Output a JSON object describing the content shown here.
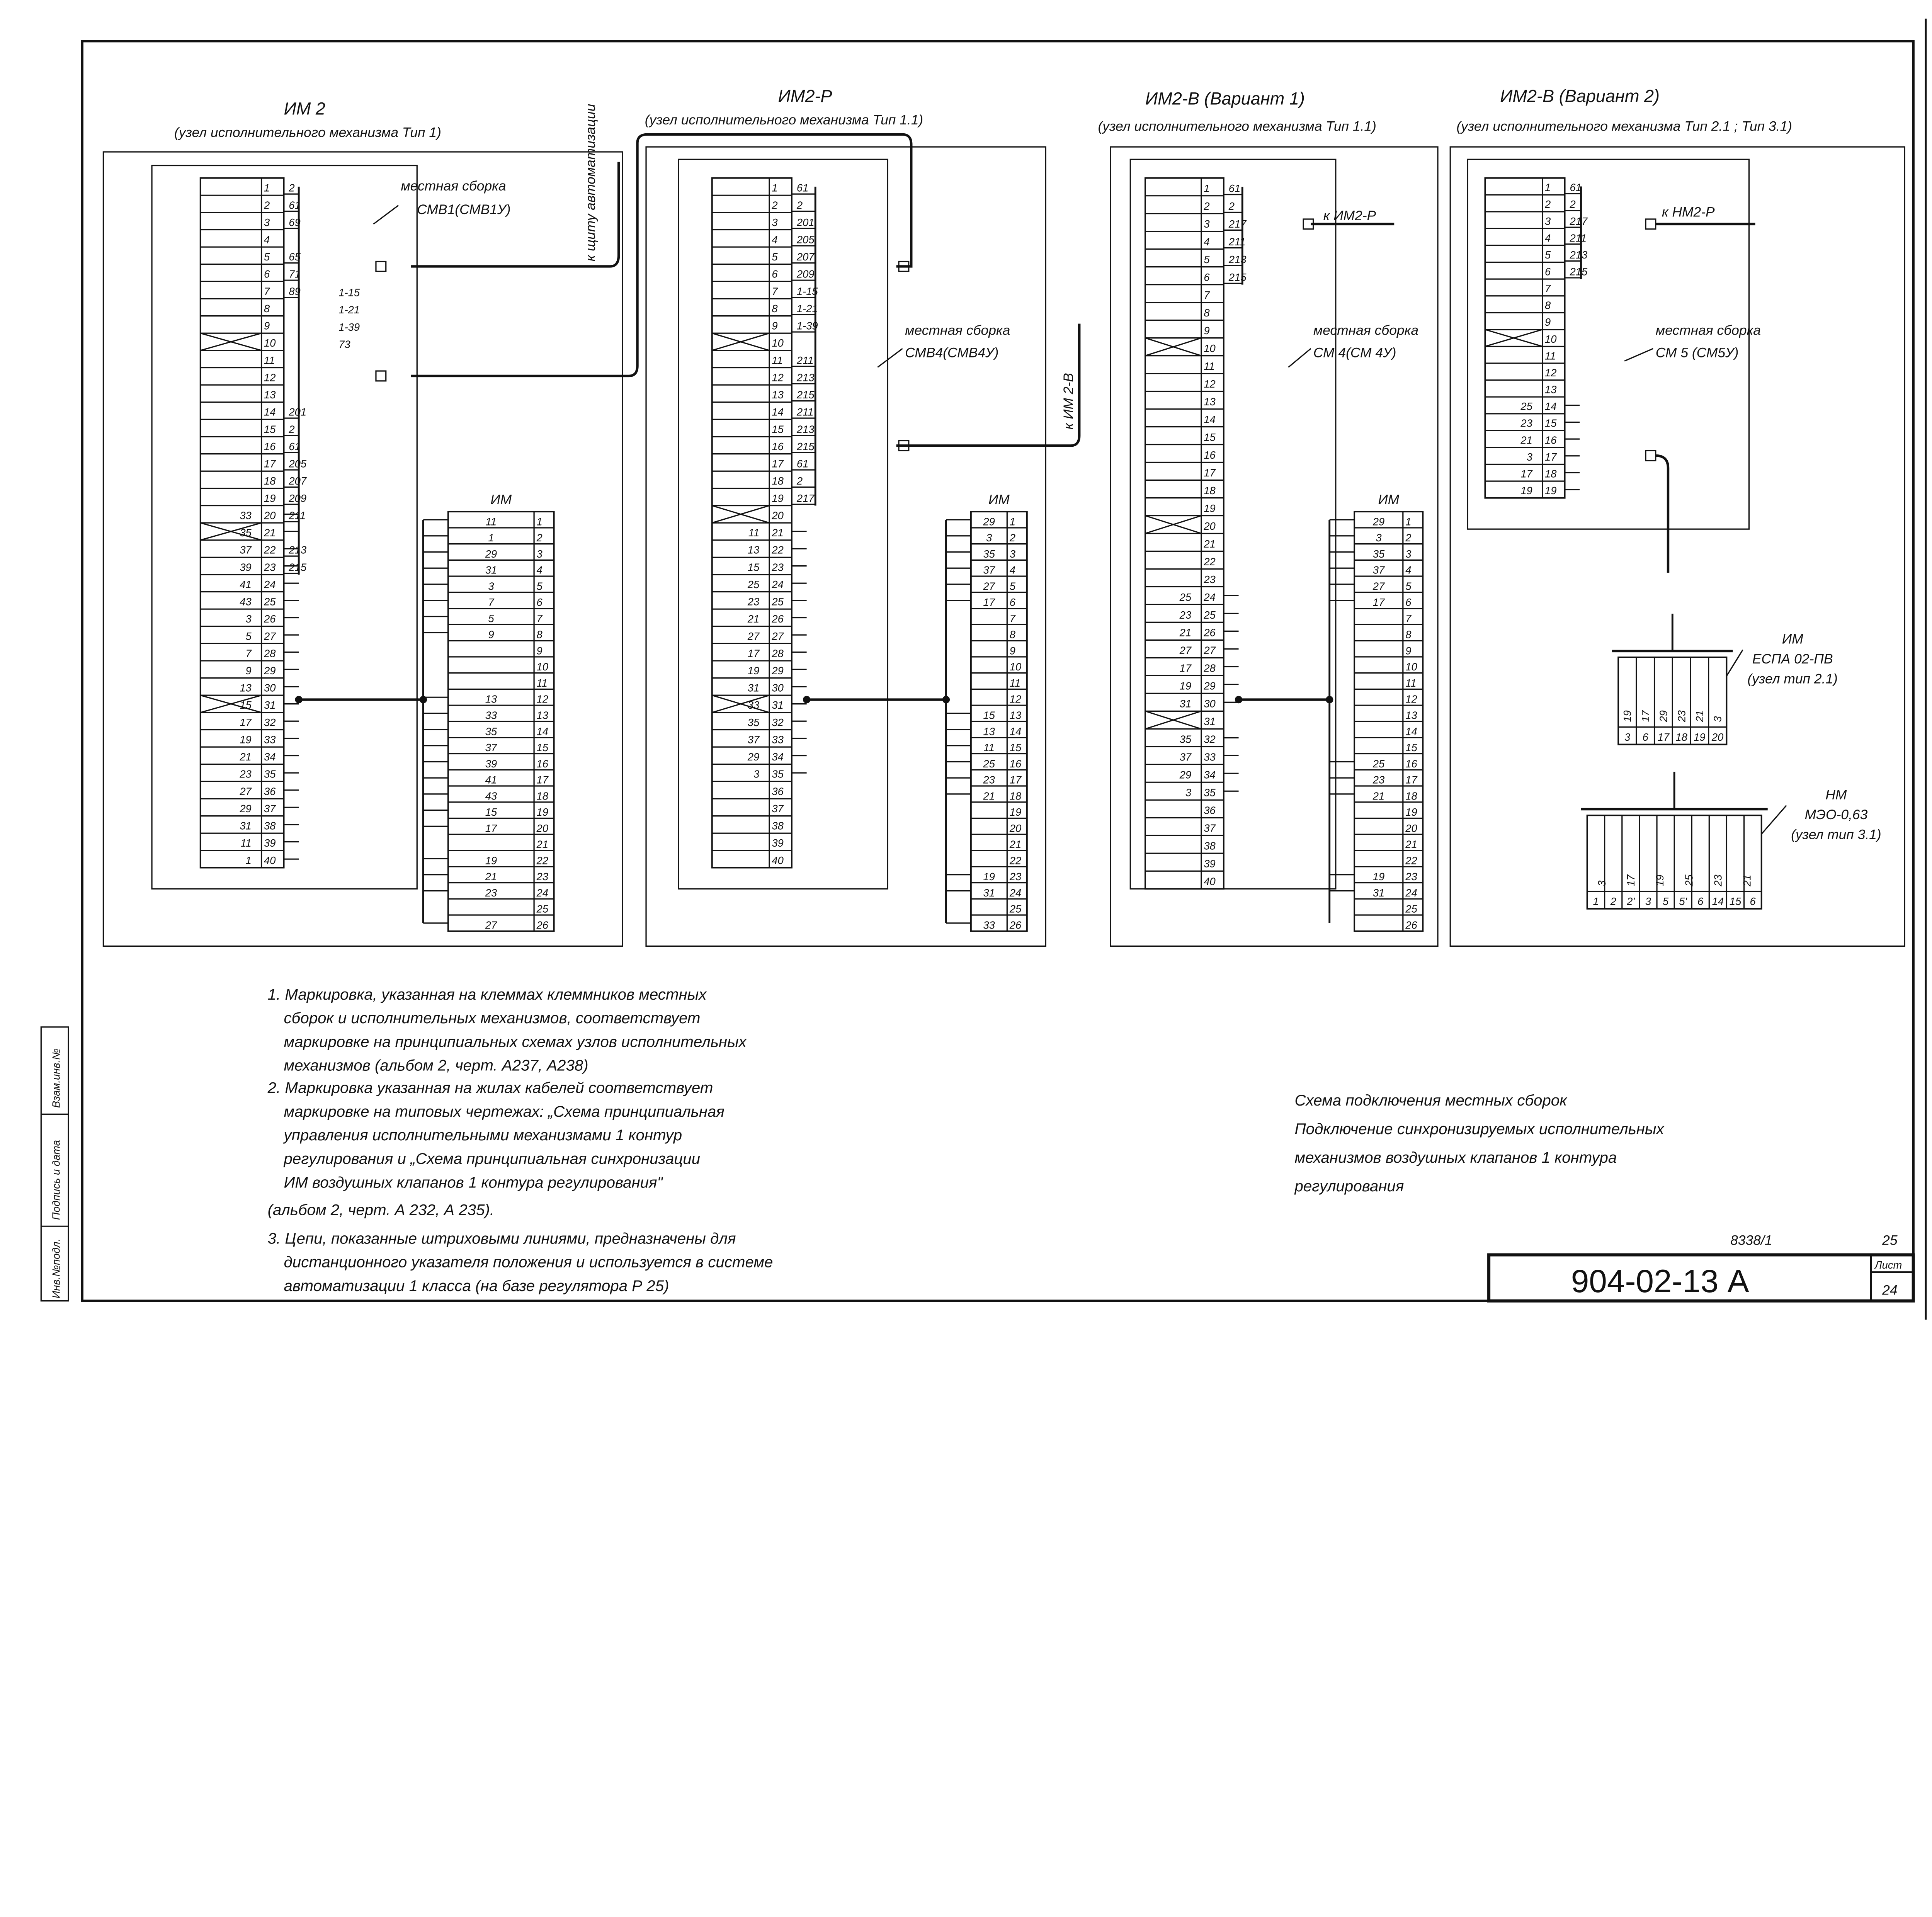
{
  "blocks": [
    {
      "title": "ИМ 2",
      "subtitle": "(узел исполнительного механизма Тип 1)",
      "assembly": [
        "местная сборка",
        "СМВ1(СМВ1У)"
      ],
      "strip": {
        "rows": 40,
        "right": {
          "1": "2",
          "2": "61",
          "3": "69",
          "5": "65",
          "6": "71",
          "7": "89",
          "14": "201",
          "15": "2",
          "16": "61",
          "17": "205",
          "18": "207",
          "19": "209",
          "20": "211",
          "22": "213",
          "23": "215"
        },
        "far_right": {
          "7": "1-15",
          "8": "1-21",
          "9": "1-39",
          "10": "73"
        },
        "left": {
          "20": "33",
          "21": "35",
          "22": "37",
          "23": "39",
          "24": "41",
          "25": "43",
          "26": "3",
          "27": "5",
          "28": "7",
          "29": "9",
          "30": "13",
          "31": "15",
          "32": "17",
          "33": "19",
          "34": "21",
          "35": "23",
          "36": "27",
          "37": "29",
          "38": "31",
          "39": "11",
          "40": "1"
        },
        "crossed": [
          10,
          21,
          31
        ]
      },
      "im": {
        "title": "ИМ",
        "rows": 26,
        "left": {
          "1": "11",
          "2": "1",
          "3": "29",
          "4": "31",
          "5": "3",
          "6": "7",
          "7": "5",
          "8": "9",
          "12": "13",
          "13": "33",
          "14": "35",
          "15": "37",
          "16": "39",
          "17": "41",
          "18": "43",
          "19": "15",
          "20": "17",
          "22": "19",
          "23": "21",
          "24": "23",
          "26": "27"
        }
      }
    },
    {
      "title": "ИМ2-Р",
      "subtitle": "(узел исполнительного механизма Тип 1.1)",
      "assembly": [
        "местная сборка",
        "СМВ4(СМВ4У)"
      ],
      "strip": {
        "rows": 40,
        "right": {
          "1": "61",
          "2": "2",
          "3": "201",
          "4": "205",
          "5": "207",
          "6": "209",
          "7": "1-15",
          "8": "1-21",
          "9": "1-39",
          "11": "211",
          "12": "213",
          "13": "215",
          "14": "211",
          "15": "213",
          "16": "215",
          "17": "61",
          "18": "2",
          "19": "217"
        },
        "far_right": {},
        "left": {
          "21": "11",
          "22": "13",
          "23": "15",
          "24": "25",
          "25": "23",
          "26": "21",
          "27": "27",
          "28": "17",
          "29": "19",
          "30": "31",
          "31": "33",
          "32": "35",
          "33": "37",
          "34": "29",
          "35": "3"
        },
        "crossed": [
          10,
          20,
          31
        ]
      },
      "im": {
        "title": "ИМ",
        "rows": 26,
        "left": {
          "1": "29",
          "2": "3",
          "3": "35",
          "4": "37",
          "5": "27",
          "6": "17",
          "13": "15",
          "14": "13",
          "15": "11",
          "16": "25",
          "17": "23",
          "18": "21",
          "23": "19",
          "24": "31",
          "26": "33"
        }
      }
    },
    {
      "title": "ИМ2-В (Вариант 1)",
      "subtitle": "(узел исполнительного механизма Тип 1.1)",
      "assembly": [
        "местная сборка",
        "СМ 4(СМ 4У)"
      ],
      "strip": {
        "rows": 40,
        "right": {
          "1": "61",
          "2": "2",
          "3": "217",
          "4": "211",
          "5": "213",
          "6": "215"
        },
        "far_right": {},
        "left": {
          "24": "25",
          "25": "23",
          "26": "21",
          "27": "27",
          "28": "17",
          "29": "19",
          "30": "31",
          "32": "35",
          "33": "37",
          "34": "29",
          "35": "3"
        },
        "crossed": [
          10,
          20,
          31
        ]
      },
      "im": {
        "title": "ИМ",
        "rows": 26,
        "left": {
          "1": "29",
          "2": "3",
          "3": "35",
          "4": "37",
          "5": "27",
          "6": "17",
          "16": "25",
          "17": "23",
          "18": "21",
          "23": "19",
          "24": "31"
        }
      }
    },
    {
      "title": "ИМ2-В (Вариант 2)",
      "subtitle": "(узел исполнительного механизма Тип 2.1 ; Тип 3.1)",
      "assembly": [
        "местная сборка",
        "СМ 5 (СМ5У)"
      ],
      "strip": {
        "rows": 19,
        "right": {
          "1": "61",
          "2": "2",
          "3": "217",
          "4": "211",
          "5": "213",
          "6": "215"
        },
        "far_right": {},
        "left": {
          "14": "25",
          "15": "23",
          "16": "21",
          "17": "3",
          "18": "17",
          "19": "19"
        },
        "crossed": [
          10
        ]
      }
    }
  ],
  "cable_labels": {
    "to_panel": "к щиту автоматизации",
    "to_im2v": "к ИМ 2-В",
    "to_im2r_1": "к ИМ2-Р",
    "to_im2r_2": "к НМ2-Р"
  },
  "devices": [
    {
      "title": "ИМ",
      "model": "ЕСПА 02-ПВ",
      "node": "(узел тип 2.1)",
      "wires": [
        "19",
        "17",
        "29",
        "23",
        "21",
        "3"
      ],
      "terminals": [
        "3",
        "6",
        "17",
        "18",
        "19",
        "20"
      ]
    },
    {
      "title": "НМ",
      "model": "МЭО-0,63",
      "node": "(узел тип 3.1)",
      "wires": [
        "3",
        "17",
        "19",
        "25",
        "23",
        "21"
      ],
      "terminals": [
        "1",
        "2",
        "2'",
        "3",
        "5",
        "5'",
        "6",
        "14",
        "15",
        "6"
      ]
    }
  ],
  "notes": [
    "1. Маркировка, указанная на клеммах клеммников местных",
    "сборок и исполнительных механизмов, соответствует",
    "маркировке на принципиальных схемах узлов исполнительных",
    "механизмов (альбом 2, черт. А237, А238)",
    "2. Маркировка указанная на жилах кабелей соответствует",
    "маркировке на типовых чертежах: „Схема принципиальная",
    "управления исполнительными механизмами 1 контур",
    "регулирования и „Схема принципиальная синхронизации",
    "ИМ воздушных клапанов 1 контура регулирования\"",
    "(альбом 2, черт. А 232, А 235).",
    "3. Цепи, показанные штриховыми линиями, предназначены для",
    "дистанционного указателя положения и используется в системе",
    "автоматизации 1 класса (на базе регулятора Р 25)"
  ],
  "caption": [
    "Схема подключения местных сборок",
    "Подключение синхронизируемых исполнительных",
    "механизмов воздушных клапанов 1 контура",
    "регулирования"
  ],
  "stamp_side": [
    "Инв.№подл.",
    "Подпись и дата",
    "Взам.инв.№"
  ],
  "title_block": {
    "archive": "8338/1",
    "page_num": "25",
    "code": "904-02-13   А",
    "sheet_label": "Лист",
    "sheet": "24"
  }
}
